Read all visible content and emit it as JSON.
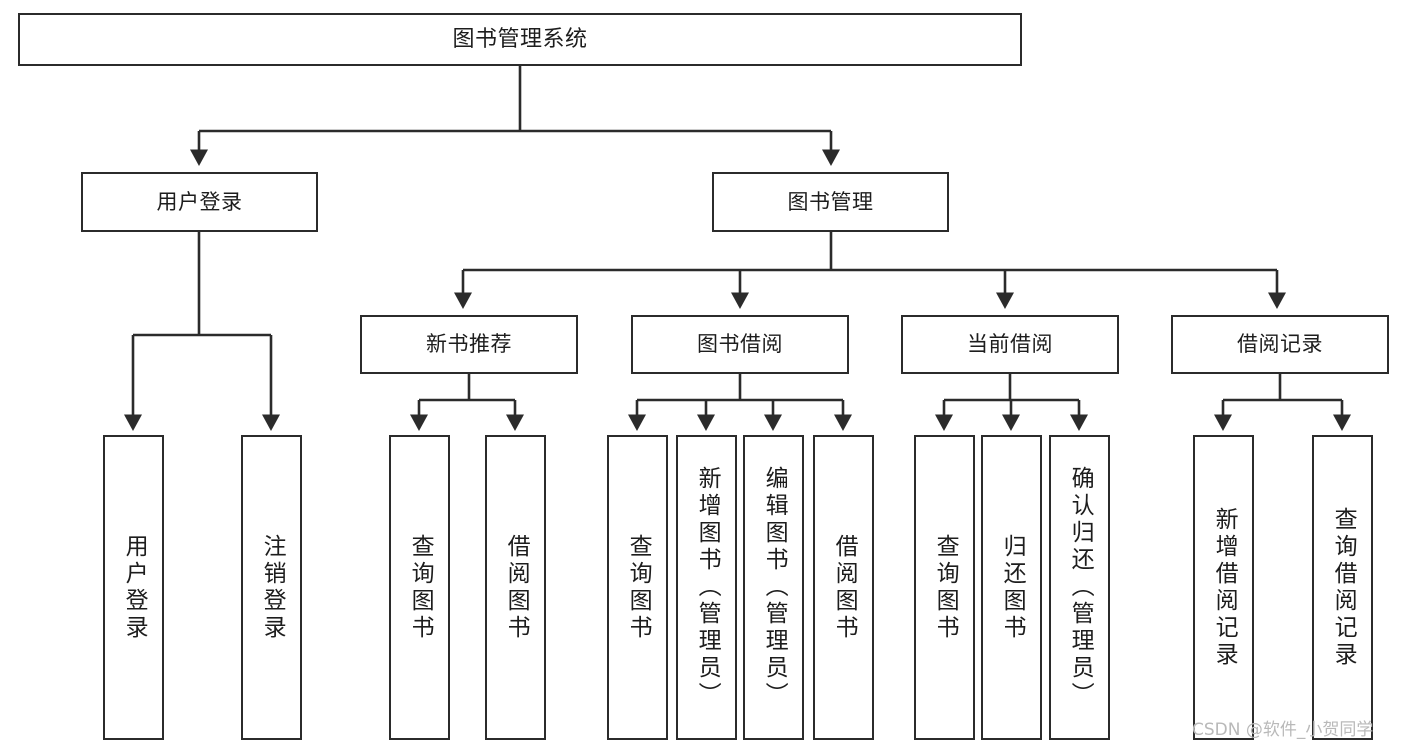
{
  "diagram": {
    "title": "图书管理系统",
    "watermark": "CSDN @软件_小贺同学",
    "line_color": "#2b2b2b",
    "box_fill": "#ffffff",
    "text_color": "#1d1d1d",
    "watermark_color": "#b9b9b9"
  },
  "root": {
    "label": "图书管理系统"
  },
  "level1": [
    {
      "label": "用户登录"
    },
    {
      "label": "图书管理"
    }
  ],
  "level2": [
    {
      "label": "新书推荐"
    },
    {
      "label": "图书借阅"
    },
    {
      "label": "当前借阅"
    },
    {
      "label": "借阅记录"
    }
  ],
  "leaves": {
    "user_login": [
      {
        "label": "用户登录"
      },
      {
        "label": "注销登录"
      }
    ],
    "new_book_recommend": [
      {
        "label": "查询图书"
      },
      {
        "label": "借阅图书"
      }
    ],
    "book_borrow": [
      {
        "label": "查询图书"
      },
      {
        "label": "新增图书（管理员）"
      },
      {
        "label": "编辑图书（管理员）"
      },
      {
        "label": "借阅图书"
      }
    ],
    "current_borrow": [
      {
        "label": "查询图书"
      },
      {
        "label": "归还图书"
      },
      {
        "label": "确认归还（管理员）"
      }
    ],
    "borrow_record": [
      {
        "label": "新增借阅记录"
      },
      {
        "label": "查询借阅记录"
      }
    ]
  }
}
